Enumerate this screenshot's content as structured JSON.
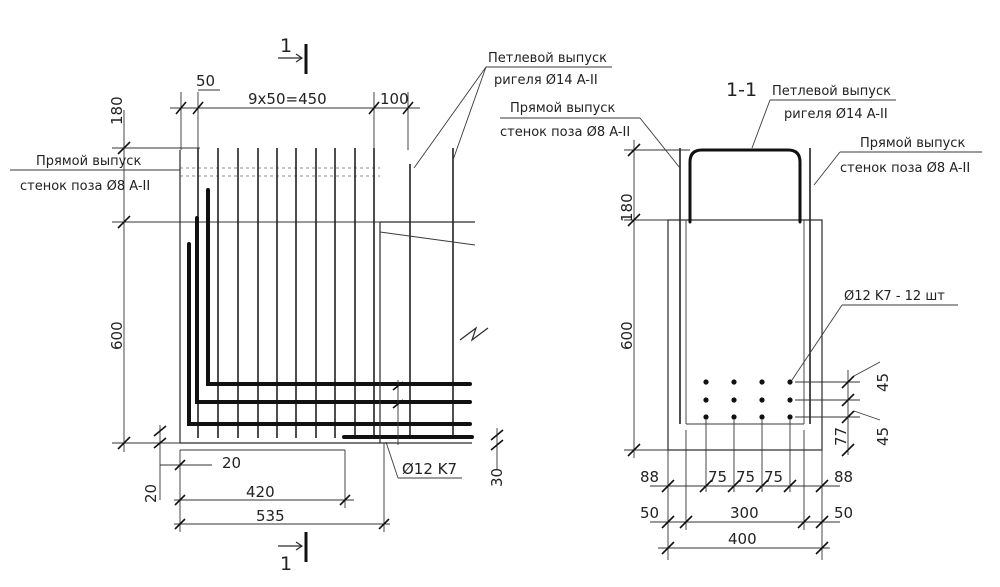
{
  "left_view": {
    "section_marker": "1",
    "dims": {
      "d50_top": "50",
      "d9x50": "9x50=450",
      "d100": "100",
      "d180": "180",
      "d600": "600",
      "d20_h": "20",
      "d20_v": "20",
      "d420": "420",
      "d535": "535",
      "d30": "30"
    },
    "labels": {
      "loop_line1": "Петлевой выпуск",
      "loop_line2": "ригеля Ø14 A-II",
      "straight_left_line1": "Прямой выпуск",
      "straight_left_line2": "стенок поза Ø8 A-II",
      "straight_mid_line1": "Прямой выпуск",
      "straight_mid_line2": "стенок поза Ø8 A-II",
      "bottom_rebar": "Ø12 K7"
    }
  },
  "right_view": {
    "section_title": "1-1",
    "dims": {
      "d180": "180",
      "d600": "600",
      "d45_top": "45",
      "d45_bottom": "45",
      "d77": "77",
      "d88_left": "88",
      "d75_1": "75",
      "d75_2": "75",
      "d75_3": "75",
      "d88_right": "88",
      "d50_left": "50",
      "d300": "300",
      "d50_right": "50",
      "d400": "400"
    },
    "labels": {
      "loop_line1": "Петлевой выпуск",
      "loop_line2": "ригеля Ø14 A-II",
      "straight_line1": "Прямой выпуск",
      "straight_line2": "стенок поза Ø8 A-II",
      "rebar_count": "Ø12 K7 - 12 шт"
    }
  }
}
